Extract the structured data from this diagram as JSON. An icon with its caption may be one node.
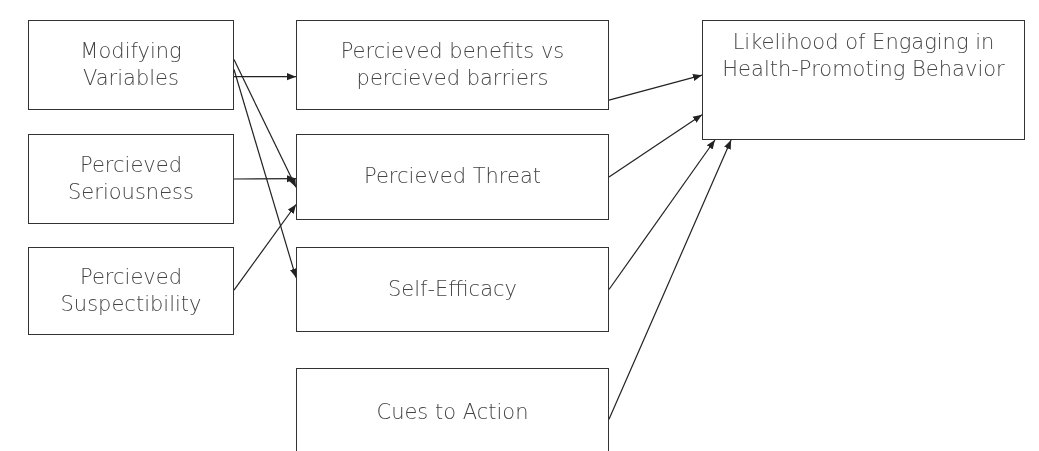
{
  "diagram": {
    "nodes": [
      {
        "text": [
          "Modifying Variables"
        ]
      },
      {
        "text": [
          "Percieved benefits vs percieved barriers"
        ]
      },
      {
        "text": [
          "Likelihood of Engaging in Health-Promoting Behavior"
        ]
      },
      {
        "text": [
          "Percieved Seriousness"
        ]
      },
      {
        "text": [
          "Percieved Threat"
        ]
      },
      {
        "text": [
          "Percieved Suspectibility"
        ]
      },
      {
        "text": [
          "Self-Efficacy"
        ]
      },
      {
        "text": [
          "Cues to Action"
        ]
      }
    ],
    "edges": [
      {
        "from": 0,
        "to": 1,
        "arrow": "to"
      },
      {
        "from": 0,
        "to": 4,
        "arrow": "to"
      },
      {
        "from": 0,
        "to": 6,
        "arrow": "to"
      },
      {
        "from": 3,
        "to": 4,
        "arrow": "to"
      },
      {
        "from": 5,
        "to": 4,
        "arrow": "to"
      },
      {
        "from": 1,
        "to": 2,
        "arrow": "to"
      },
      {
        "from": 4,
        "to": 2,
        "arrow": "to"
      },
      {
        "from": 6,
        "to": 2,
        "arrow": "to"
      },
      {
        "from": 7,
        "to": 2,
        "arrow": "to"
      }
    ]
  }
}
